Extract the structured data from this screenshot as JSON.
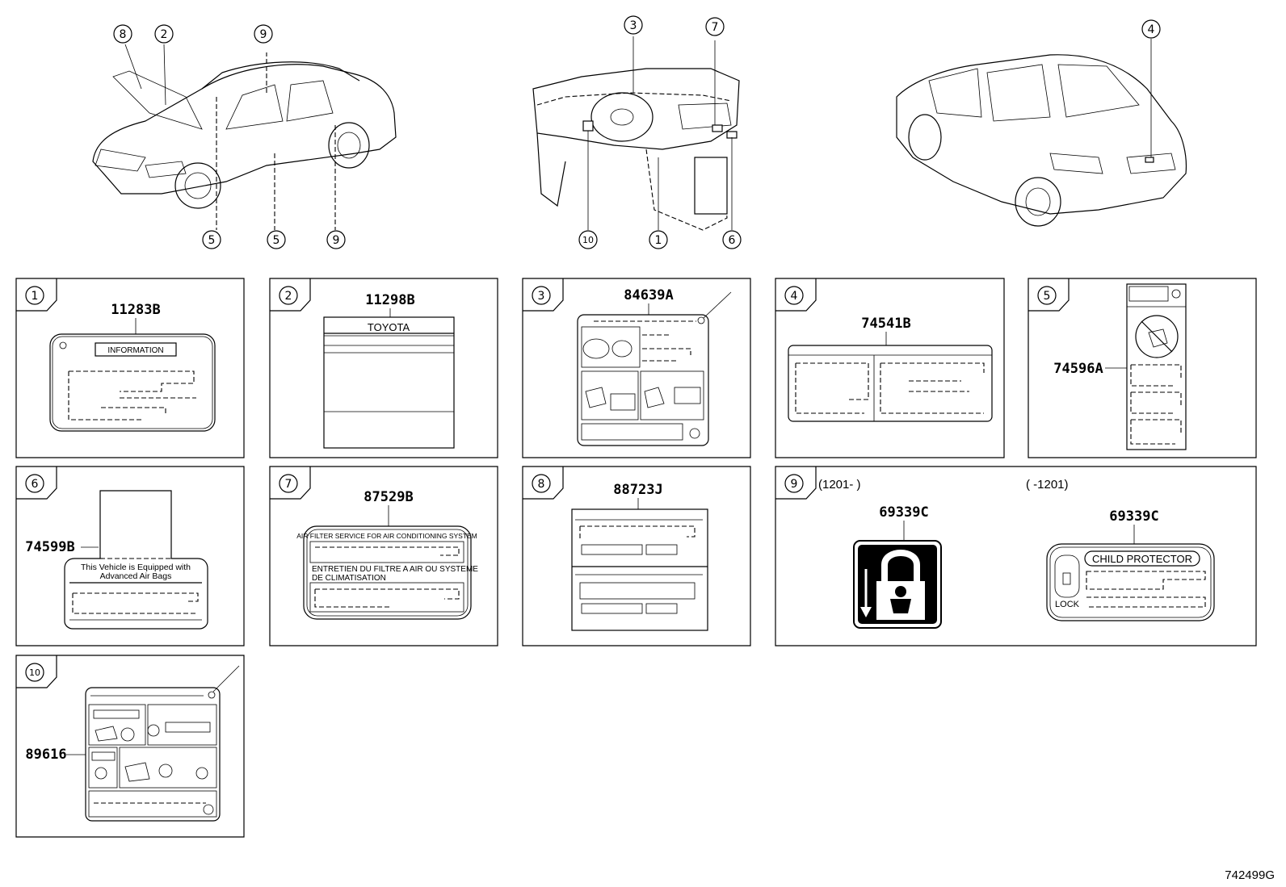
{
  "overview": {
    "left_callouts": [
      "8",
      "2",
      "9",
      "5",
      "5",
      "9"
    ],
    "center_callouts": [
      "3",
      "7",
      "10",
      "1",
      "6"
    ],
    "right_callouts": [
      "4"
    ]
  },
  "panels": [
    {
      "num": "1",
      "part": "11283B",
      "label_text": "INFORMATION"
    },
    {
      "num": "2",
      "part": "11298B",
      "label_text": "TOYOTA"
    },
    {
      "num": "3",
      "part": "84639A"
    },
    {
      "num": "4",
      "part": "74541B"
    },
    {
      "num": "5",
      "part": "74596A"
    },
    {
      "num": "6",
      "part": "74599B",
      "label_line1": "This Vehicle is Equipped with",
      "label_line2": "Advanced Air Bags"
    },
    {
      "num": "7",
      "part": "87529B",
      "label_line1": "AIR FILTER SERVICE FOR AIR CONDITIONING SYSTEM",
      "label_line2": "ENTRETIEN DU FILTRE A AIR OU SYSTEME",
      "label_line3": "DE CLIMATISATION"
    },
    {
      "num": "8",
      "part": "88723J"
    },
    {
      "num": "9",
      "part_left": "69339C",
      "part_right": "69339C",
      "range_left": "(1201-      )",
      "range_right": "(      -1201)",
      "label_text": "CHILD PROTECTOR",
      "lock_text": "LOCK"
    },
    {
      "num": "10",
      "part": "89616"
    }
  ],
  "figure_id": "742499G"
}
